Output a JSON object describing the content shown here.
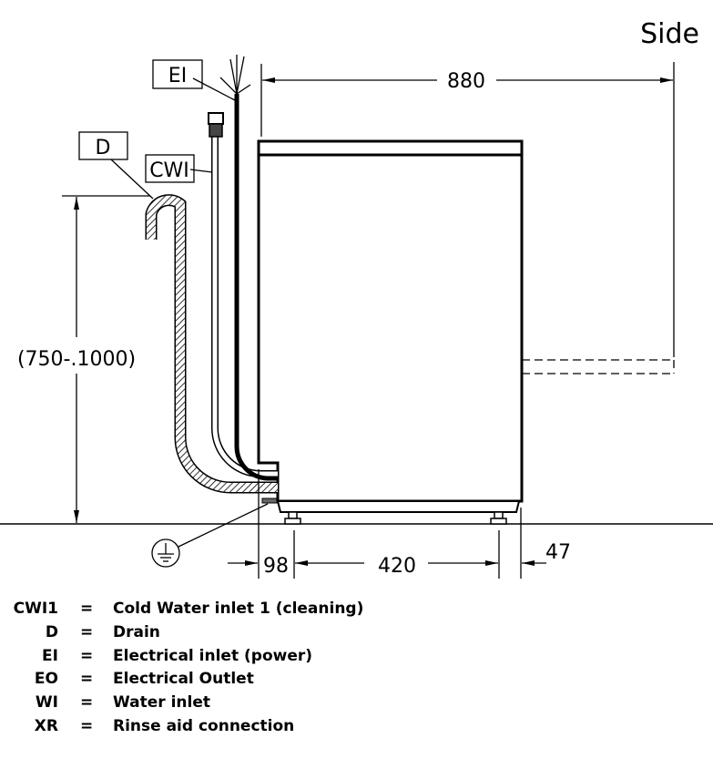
{
  "view_title": "Side",
  "dimensions": {
    "depth": "880",
    "height_range": "(750-.1000)",
    "rear_offset": "98",
    "feet_spacing": "420",
    "front_offset": "47"
  },
  "callouts": {
    "electrical_inlet": "EI",
    "drain": "D",
    "cold_water_inlet": "CWI"
  },
  "legend": [
    {
      "key": "CWI1",
      "eq": "=",
      "desc": "Cold Water inlet 1 (cleaning)"
    },
    {
      "key": "D",
      "eq": "=",
      "desc": "Drain"
    },
    {
      "key": "EI",
      "eq": "=",
      "desc": "Electrical inlet (power)"
    },
    {
      "key": "EO",
      "eq": "=",
      "desc": "Electrical Outlet"
    },
    {
      "key": "WI",
      "eq": "=",
      "desc": "Water inlet"
    },
    {
      "key": "XR",
      "eq": "=",
      "desc": "Rinse aid connection"
    }
  ]
}
